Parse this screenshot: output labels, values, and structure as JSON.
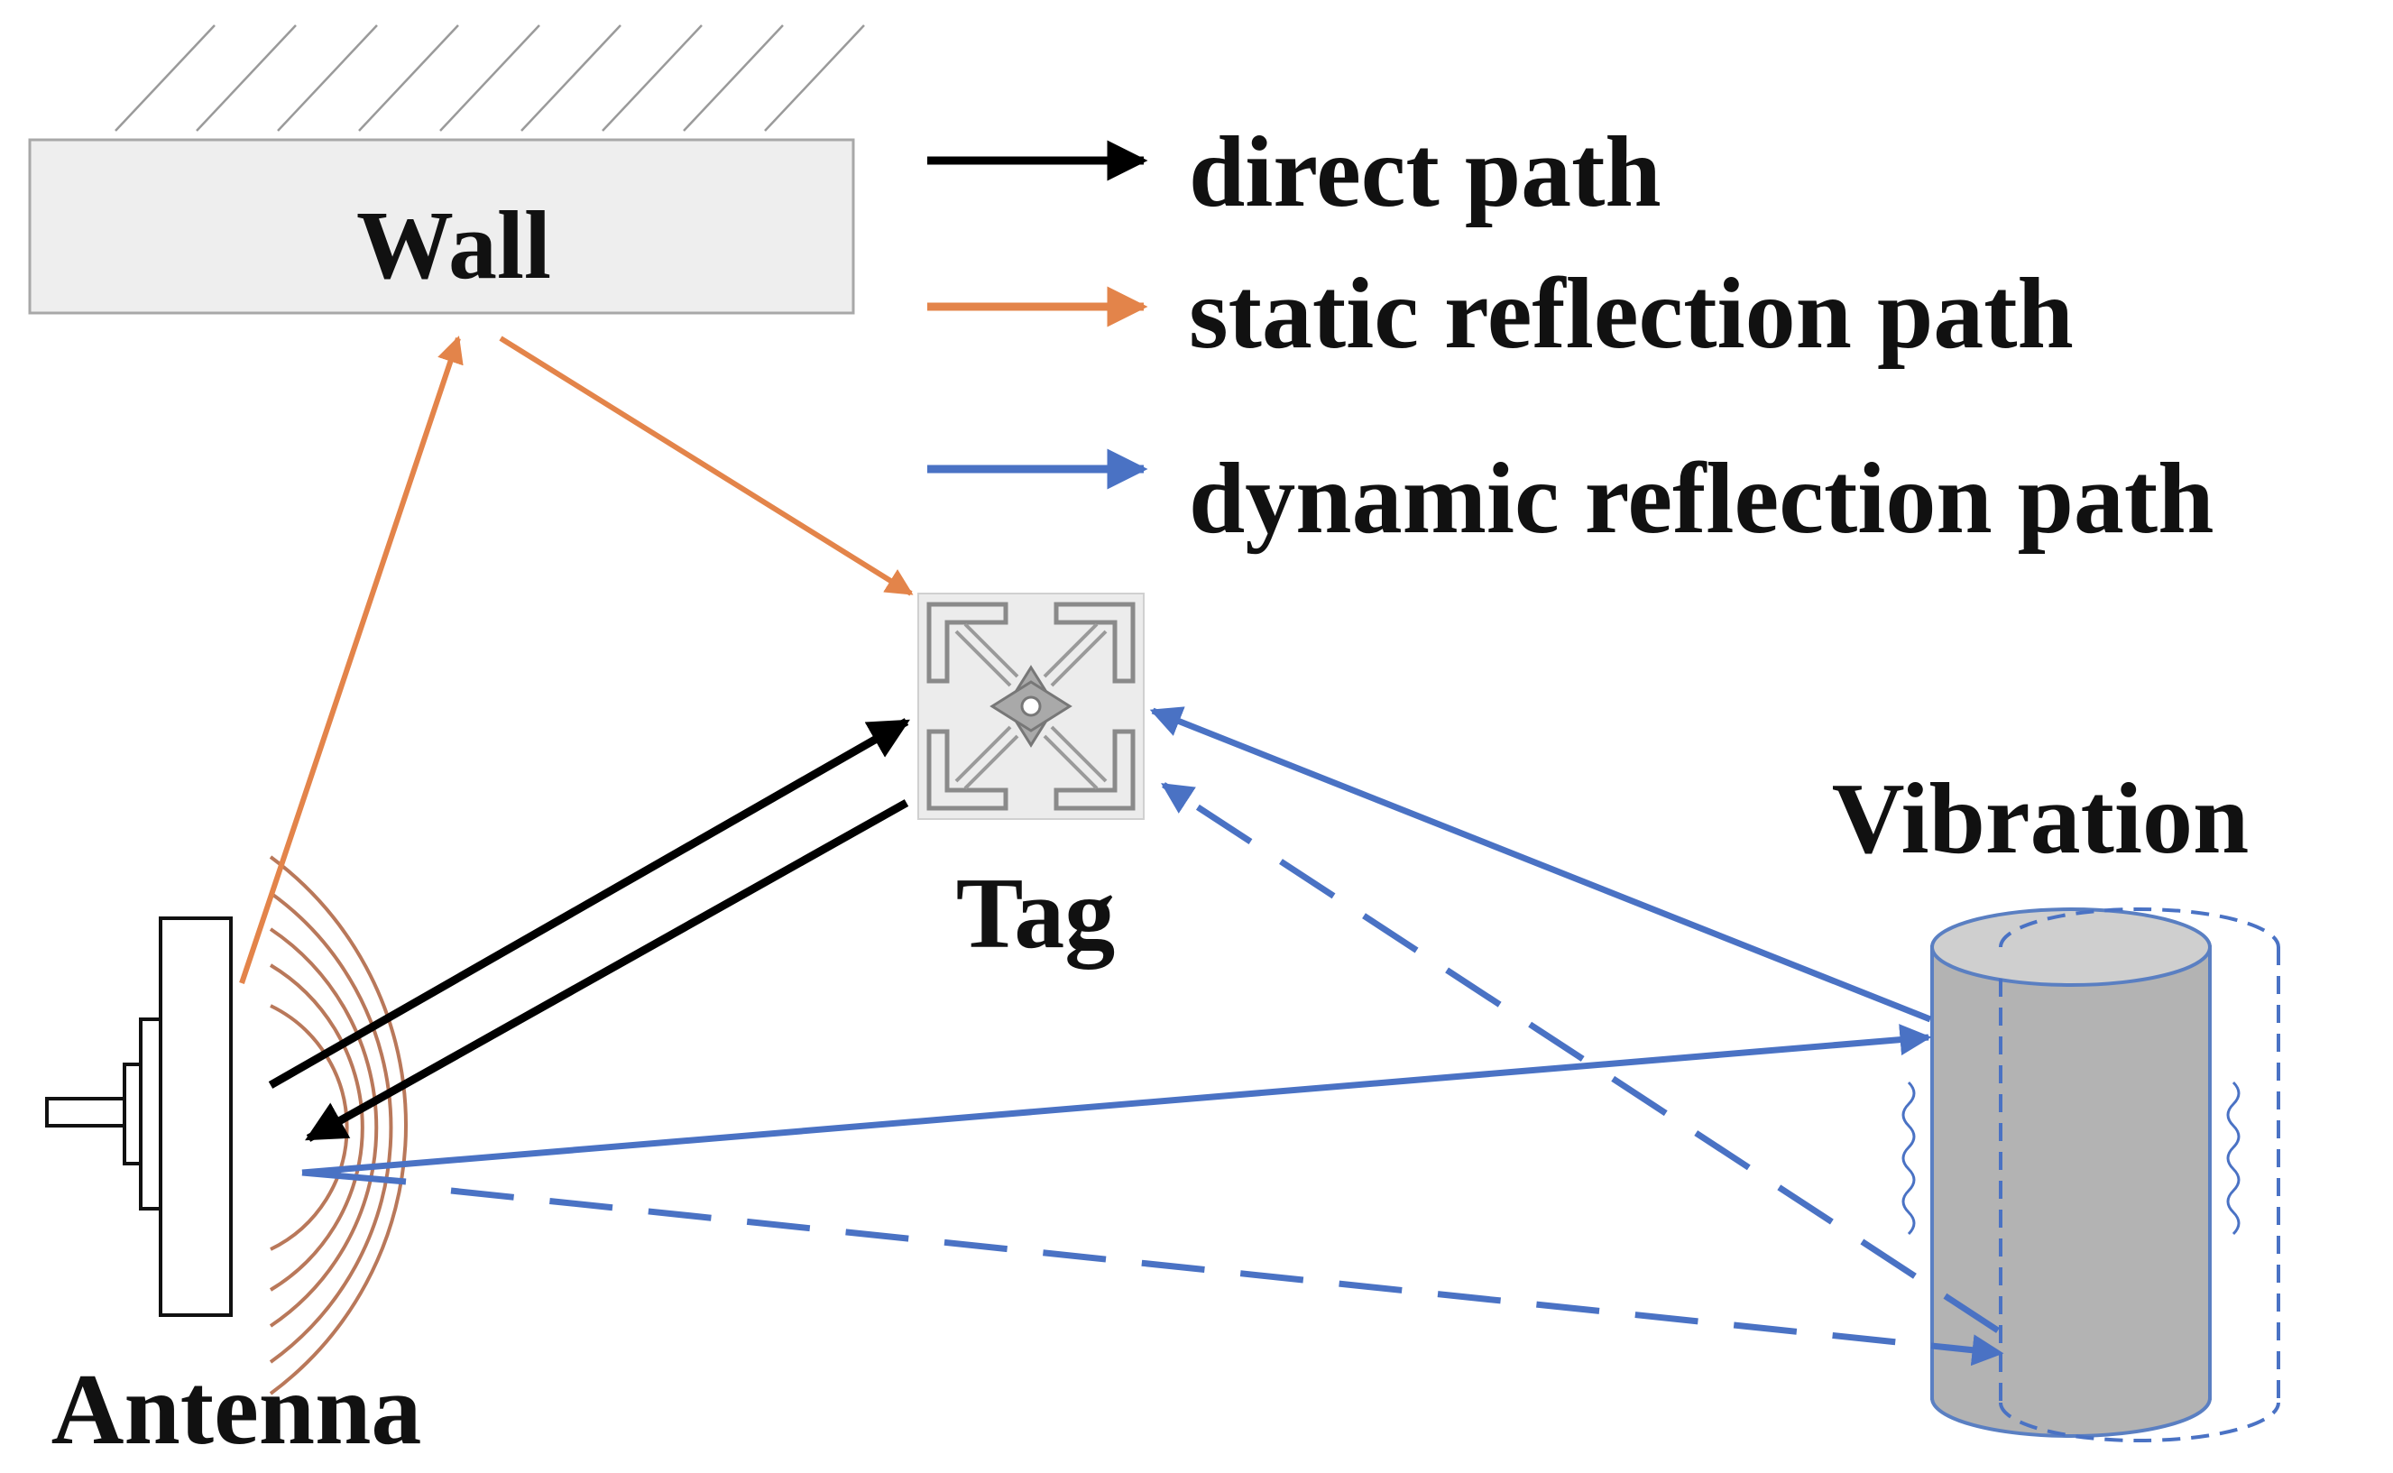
{
  "labels": {
    "wall": "Wall",
    "tag": "Tag",
    "antenna": "Antenna",
    "vibration": "Vibration"
  },
  "legend": {
    "items": [
      {
        "label": "direct path",
        "color": "#000000"
      },
      {
        "label": "static reflection path",
        "color": "#e3844a"
      },
      {
        "label": "dynamic reflection path",
        "color": "#4a72c4"
      }
    ]
  },
  "colors": {
    "direct": "#000000",
    "static": "#e3844a",
    "dynamic": "#4a72c4",
    "wave": "#b9785a",
    "wall_fill": "#eeeeee",
    "cylinder_fill": "#b3b3b3"
  },
  "icons": [
    "wall-hatch-icon",
    "rfid-tag-icon",
    "antenna-icon",
    "cylinder-icon"
  ]
}
